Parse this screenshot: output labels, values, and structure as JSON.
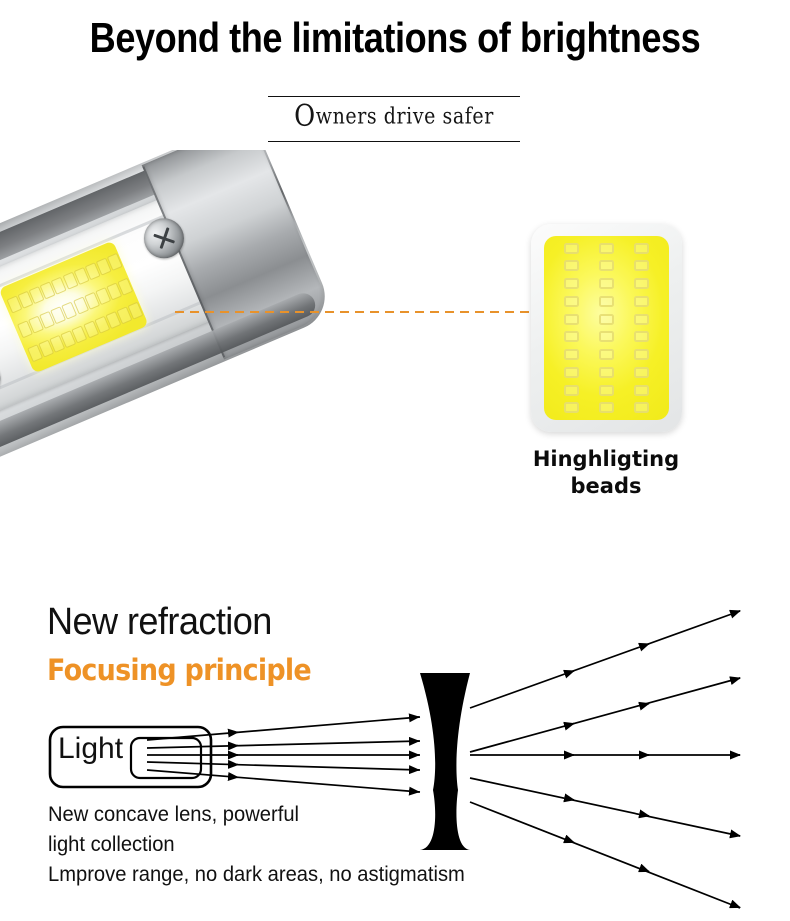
{
  "header": {
    "title": "Beyond the limitations of brightness",
    "subtitle_dropcap": "O",
    "subtitle_rest": "wners drive safer",
    "subtitle_full": "Owners drive safer"
  },
  "product": {
    "photo_alt": "led-headlight-bulb",
    "cob_chip_alt": "cob-led-chip",
    "callout_color": "#E8922B",
    "chip_color": "#F6F026",
    "chip_border_color": "#FFFFFF",
    "body_color": "#B7BABD",
    "beads_caption_line1": "Hinghligting",
    "beads_caption_line2": "beads",
    "chip_die_columns": 3,
    "chip_die_rows": 10
  },
  "refraction": {
    "title": "New refraction",
    "subtitle": "Focusing principle",
    "accent_color": "#EE9226",
    "light_box_label": "Light",
    "desc_line1": "New concave lens, powerful",
    "desc_line2": "light collection",
    "desc_line3": "Lmprove range, no dark areas, no astigmatism",
    "lens_type": "biconcave",
    "lens_color": "#000000",
    "ray_count": 5
  }
}
